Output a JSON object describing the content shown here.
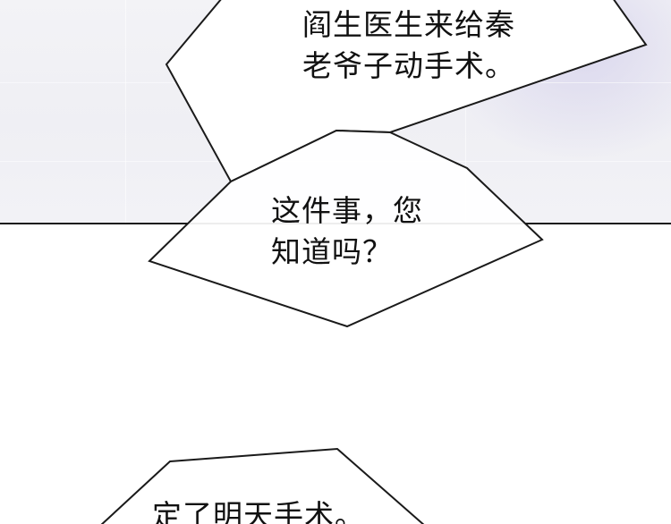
{
  "bubbles": [
    {
      "lines": [
        "阎生医生来给秦",
        "老爷子动手术。"
      ]
    },
    {
      "lines": [
        "这件事，您",
        "知道吗？"
      ]
    },
    {
      "lines": [
        "定了明天手术。"
      ]
    }
  ]
}
